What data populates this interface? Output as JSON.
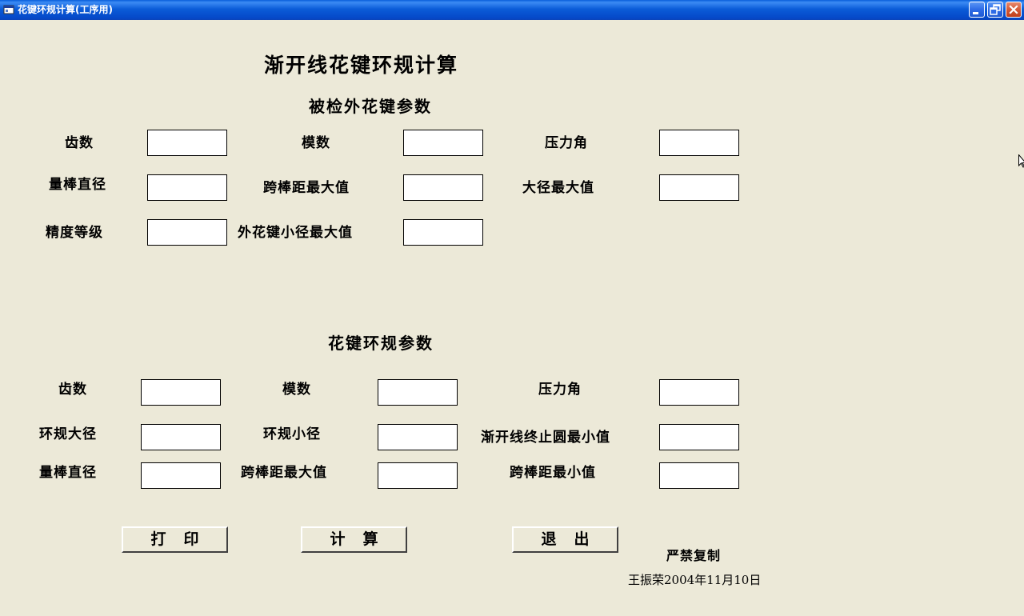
{
  "window": {
    "title": "花键环规计算(工序用)",
    "colors": {
      "titlebar": "#0B5CD8",
      "background": "#ECE9D8",
      "close_button": "#D45A37"
    }
  },
  "page": {
    "main_title": "渐开线花键环规计算"
  },
  "external_spline": {
    "heading": "被检外花键参数",
    "fields": {
      "teeth": {
        "label": "齿数",
        "value": ""
      },
      "module": {
        "label": "模数",
        "value": ""
      },
      "pressure_angle": {
        "label": "压力角",
        "value": ""
      },
      "pin_diameter": {
        "label": "量棒直径",
        "value": ""
      },
      "span_max": {
        "label": "跨棒距最大值",
        "value": ""
      },
      "major_diameter_max": {
        "label": "大径最大值",
        "value": ""
      },
      "accuracy_grade": {
        "label": "精度等级",
        "value": ""
      },
      "minor_diameter_max": {
        "label": "外花键小径最大值",
        "value": ""
      }
    }
  },
  "ring_gauge": {
    "heading": "花键环规参数",
    "fields": {
      "teeth": {
        "label": "齿数",
        "value": ""
      },
      "module": {
        "label": "模数",
        "value": ""
      },
      "pressure_angle": {
        "label": "压力角",
        "value": ""
      },
      "major_diameter": {
        "label": "环规大径",
        "value": ""
      },
      "minor_diameter": {
        "label": "环规小径",
        "value": ""
      },
      "involute_end_circle_min": {
        "label": "渐开线终止圆最小值",
        "value": ""
      },
      "pin_diameter": {
        "label": "量棒直径",
        "value": ""
      },
      "span_max": {
        "label": "跨棒距最大值",
        "value": ""
      },
      "span_min": {
        "label": "跨棒距最小值",
        "value": ""
      }
    }
  },
  "buttons": {
    "print": "打印",
    "calculate": "计算",
    "exit": "退出"
  },
  "footer": {
    "copyright": "严禁复制",
    "author_date": "王振荣2004年11月10日"
  },
  "icons": {
    "app": "app-window-icon",
    "minimize": "minimize-icon",
    "restore": "restore-icon",
    "close": "close-icon",
    "cursor": "mouse-cursor-icon"
  }
}
